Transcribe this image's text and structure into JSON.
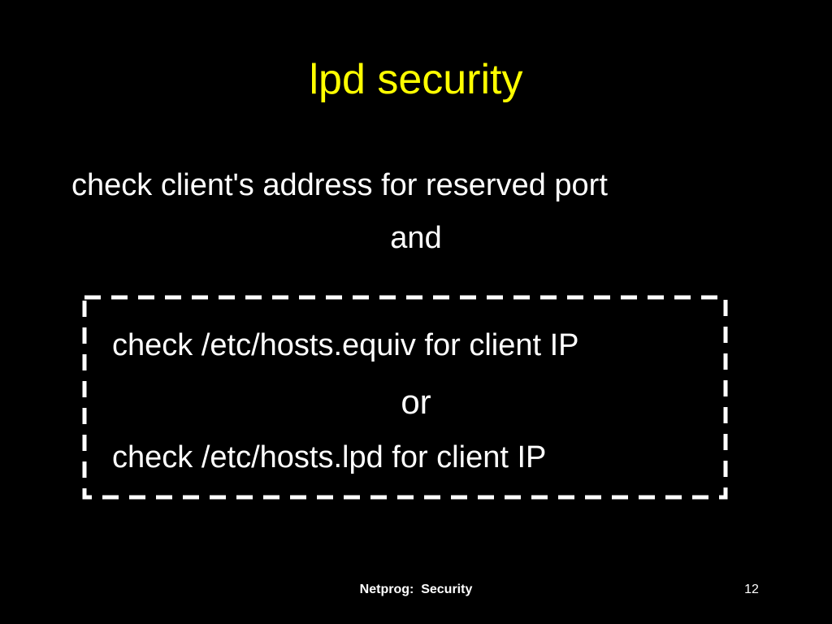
{
  "slide": {
    "title": "lpd security",
    "body_line1": "check client's address for reserved port",
    "connector_and": "and",
    "box": {
      "line1": "check /etc/hosts.equiv for client IP",
      "connector_or": "or",
      "line2": "check /etc/hosts.lpd for client IP"
    },
    "footer": {
      "center": "Netprog:  Security",
      "page_number": "12"
    }
  },
  "colors": {
    "background": "#000000",
    "title": "#ffff00",
    "text": "#ffffff",
    "box_border": "#ffffff"
  }
}
